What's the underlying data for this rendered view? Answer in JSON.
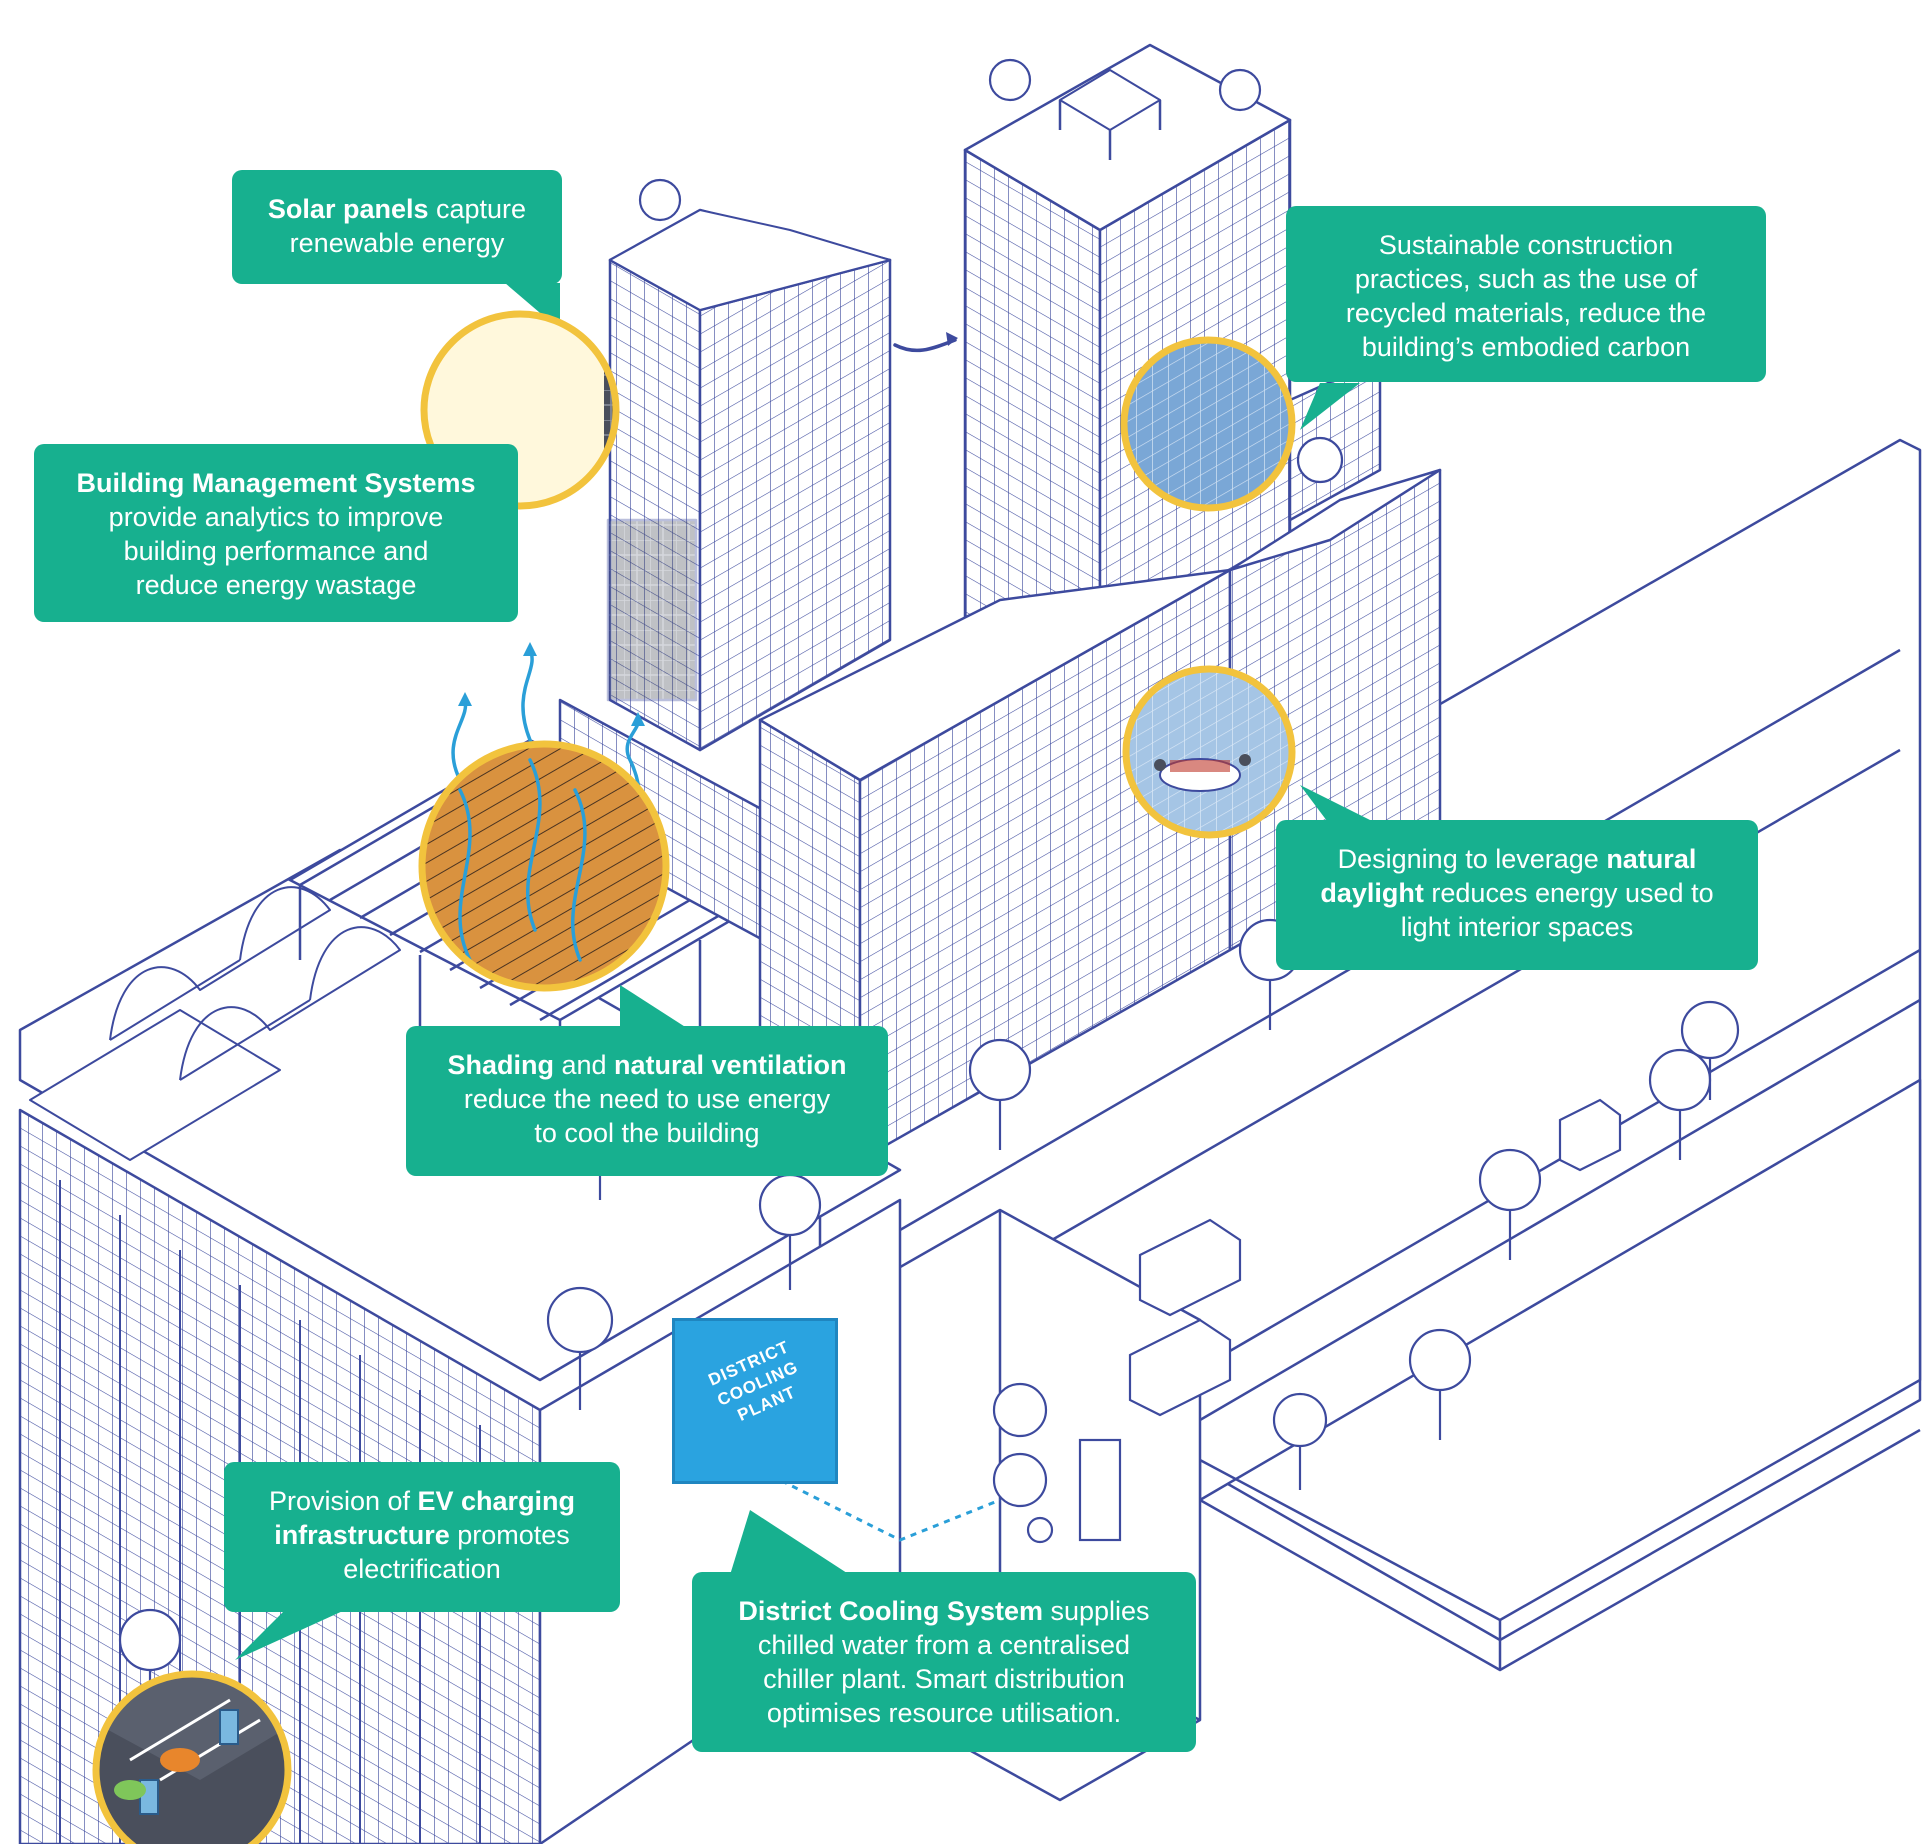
{
  "colors": {
    "callout_bg": "#17b08f",
    "callout_text": "#ffffff",
    "line_art": "#3d4a9e",
    "lens_ring": "#f2c33d",
    "lens_fill": "#fff8dc",
    "plant_label_bg": "#2aa3e0",
    "airflow": "#2a9fd8",
    "deck": "#d9923f"
  },
  "callouts": {
    "solar": {
      "l1_b": "Solar panels",
      "l1": " capture",
      "l2": "renewable energy"
    },
    "bms": {
      "l1_b": "Building Management Systems",
      "l2": "provide analytics to improve",
      "l3": "building performance and",
      "l4": "reduce energy wastage"
    },
    "sustainable": {
      "l1": "Sustainable construction",
      "l2": "practices, such as  the use of",
      "l3": "recycled materials, reduce the",
      "l4": "building’s embodied carbon"
    },
    "daylight": {
      "l1": "Designing to leverage ",
      "l1_b": "natural",
      "l2_b": "daylight",
      "l2": " reduces energy used to",
      "l3": "light interior spaces"
    },
    "shading": {
      "l1_b": "Shading",
      "l1": " and ",
      "l1_b2": "natural ventilation",
      "l2": "reduce the need to use energy",
      "l3": "to cool the building"
    },
    "ev": {
      "l1": "Provision of ",
      "l1_b": "EV charging",
      "l2_b": "infrastructure",
      "l2": " promotes",
      "l3": "electrification"
    },
    "cooling": {
      "l1_b": "District Cooling System",
      "l1": " supplies",
      "l2": "chilled water from a centralised",
      "l3": "chiller plant. Smart distribution",
      "l4": "optimises resource utilisation."
    }
  },
  "plant_label": {
    "l1": "DISTRICT",
    "l2": "COOLING",
    "l3": "PLANT"
  }
}
